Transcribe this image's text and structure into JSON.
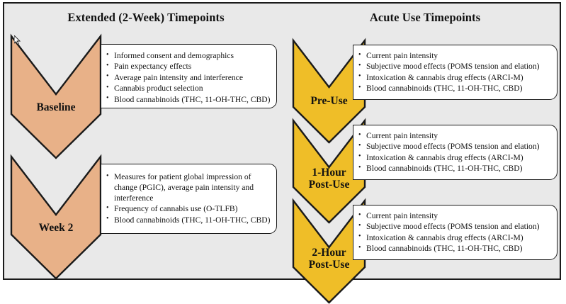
{
  "figure": {
    "background_color": "#ffffff",
    "panel_color": "#e9e9e9",
    "border_color": "#1a1a1a",
    "extended_arrow_color": "#e8b188",
    "acute_arrow_color": "#efbe28",
    "box_color": "#ffffff"
  },
  "columns": [
    {
      "id": "extended",
      "title": "Extended (2-Week) Timepoints"
    },
    {
      "id": "acute",
      "title": "Acute Use Timepoints"
    }
  ],
  "extended_timepoints": [
    {
      "label": "Baseline",
      "items": [
        "Informed consent and demographics",
        "Pain expectancy effects",
        "Average pain intensity and interference",
        "Cannabis product selection",
        "Blood cannabinoids (THC, 11-OH-THC, CBD)"
      ]
    },
    {
      "label": "Week 2",
      "items": [
        "Measures for patient global impression of change (PGIC), average pain intensity and interference",
        "Frequency of cannabis use (O-TLFB)",
        "Blood cannabinoids (THC, 11-OH-THC, CBD)"
      ]
    }
  ],
  "acute_timepoints": [
    {
      "label": "Pre-Use",
      "label_line1": "Pre-Use",
      "label_line2": "",
      "items": [
        "Current pain intensity",
        "Subjective mood effects (POMS tension and elation)",
        "Intoxication & cannabis drug effects (ARCI-M)",
        "Blood cannabinoids (THC, 11-OH-THC, CBD)"
      ]
    },
    {
      "label": "1-Hour Post-Use",
      "label_line1": "1-Hour",
      "label_line2": "Post-Use",
      "items": [
        "Current pain intensity",
        "Subjective mood effects (POMS tension and elation)",
        "Intoxication & cannabis drug effects (ARCI-M)",
        "Blood cannabinoids (THC, 11-OH-THC, CBD)"
      ]
    },
    {
      "label": "2-Hour Post-Use",
      "label_line1": "2-Hour",
      "label_line2": "Post-Use",
      "items": [
        "Current pain intensity",
        "Subjective mood effects (POMS tension and elation)",
        "Intoxication & cannabis drug effects (ARCI-M)",
        "Blood cannabinoids (THC, 11-OH-THC, CBD)"
      ]
    }
  ]
}
